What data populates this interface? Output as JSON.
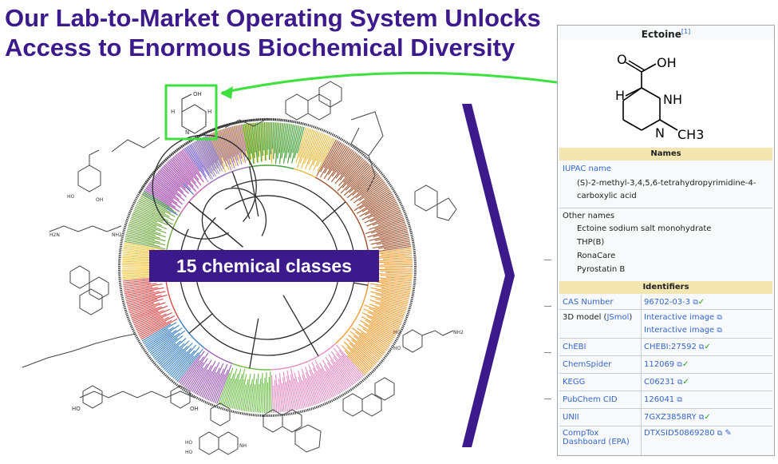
{
  "title": {
    "line1": "Our Lab-to-Market Operating System Unlocks",
    "line2": "Access to Enormous Biochemical Diversity"
  },
  "banner": "15 chemical classes",
  "colors": {
    "title": "#3d1a8c",
    "banner_bg": "#3d1a8c",
    "arrow": "#3de03d",
    "highlight_box": "#3de03d",
    "chevron": "#3d1a8c",
    "infobox_section": "#f4e6b0",
    "link": "#3366cc",
    "check": "#1a9e1a"
  },
  "molecule_labels": {
    "small_hex": "OH",
    "small_h": "H",
    "small_n1": "H",
    "small_n2": "N",
    "nh2_chain": "H2N",
    "nh2_chain_end": "NH2",
    "ho_left": "HO",
    "oh_left": "OH",
    "ho_bottom": "HO",
    "oh_bottom": "OH",
    "dopamine_ho1": "HO",
    "dopamine_ho2": "HO",
    "dopamine_nh2": "NH2",
    "iso_ho1": "HO",
    "iso_ho2": "HO",
    "iso_nh": "NH"
  },
  "infobox": {
    "title": "Ectoine",
    "title_ref": "[1]",
    "structure_labels": {
      "cooh_o": "O",
      "cooh_oh": "OH",
      "h": "H",
      "nh": "NH",
      "n": "N",
      "ch3": "CH3"
    },
    "names_header": "Names",
    "iupac_label": "IUPAC name",
    "iupac_value_line1": "(S)-2-methyl-3,4,5,6-tetrahydropyrimidine-4-",
    "iupac_value_line2": "carboxylic acid",
    "other_names_label": "Other names",
    "other_names": [
      "Ectoine sodium salt monohydrate",
      "THP(B)",
      "RonaCare",
      "Pyrostatin B"
    ],
    "identifiers_header": "Identifiers",
    "identifiers": [
      {
        "key": "CAS Number",
        "key_link": true,
        "value": "96702-03-3",
        "check": true
      },
      {
        "key": "3D model (JSmol)",
        "key_link": false,
        "value": "Interactive image",
        "value2": "Interactive image",
        "check": false
      },
      {
        "key": "ChEBI",
        "key_link": true,
        "value": "CHEBI:27592",
        "check": true
      },
      {
        "key": "ChemSpider",
        "key_link": true,
        "value": "112069",
        "check": true
      },
      {
        "key": "KEGG",
        "key_link": true,
        "value": "C06231",
        "check": true
      },
      {
        "key": "PubChem CID",
        "key_link": true,
        "value": "126041",
        "check": false
      },
      {
        "key": "UNII",
        "key_link": true,
        "value": "7GXZ3858RY",
        "check": true
      },
      {
        "key": "CompTox Dashboard (EPA)",
        "key_link": true,
        "value": "DTXSID50869280",
        "check": false,
        "pencil": true
      }
    ]
  }
}
